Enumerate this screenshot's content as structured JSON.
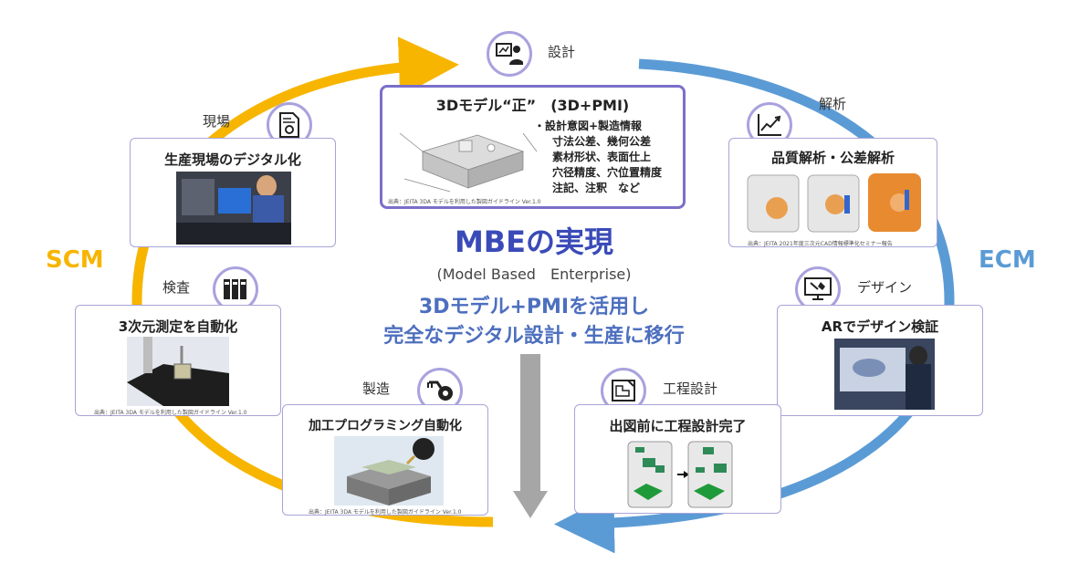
{
  "colors": {
    "scm": "#f7b500",
    "ecm": "#5b9bd5",
    "accent": "#3a4bb8",
    "subtitle": "#4d6fbf",
    "card_border": "#a8a4d8",
    "arrow_gray": "#a6a6a6"
  },
  "center": {
    "title": "MBEの実現",
    "subtitle": "(Model Based　Enterprise)",
    "line1": "3Dモデル+PMIを活用し",
    "line2": "完全なデジタル設計・生産に移行"
  },
  "sides": {
    "left": "SCM",
    "right": "ECM"
  },
  "design": {
    "label": "設計",
    "icon": "presenter-icon",
    "box_title": "3Dモデル“正”　(3D+PMI)",
    "bullet_head": "・設計意図+製造情報",
    "bullets": [
      "寸法公差、幾何公差",
      "素材形状、表面仕上",
      "穴径精度、穴位置精度",
      "注記、注釈　など"
    ],
    "source": "出典：JEITA 3DA モデルを利用した製図ガイドライン Ver.1.0"
  },
  "analysis": {
    "label": "解析",
    "icon": "line-chart-icon",
    "box_title": "品質解析・公差解析",
    "source": "出典：JEITA 2021年度三次元CAD情報標準化セミナー報告"
  },
  "design2": {
    "label": "デザイン",
    "icon": "monitor-pen-icon",
    "box_title": "ARでデザイン検証"
  },
  "process": {
    "label": "工程設計",
    "icon": "blueprint-icon",
    "box_title": "出図前に工程設計完了"
  },
  "manufacturing": {
    "label": "製造",
    "icon": "robot-arm-icon",
    "box_title": "加工プログラミング自動化",
    "source": "出典：JEITA 3DA モデルを利用した製図ガイドライン Ver.1.0"
  },
  "inspection": {
    "label": "検査",
    "icon": "binders-icon",
    "box_title": "3次元測定を自動化",
    "source": "出典：JEITA 3DA モデルを利用した製図ガイドライン Ver.1.0"
  },
  "site": {
    "label": "現場",
    "icon": "document-icon",
    "box_title": "生産現場のデジタル化"
  }
}
